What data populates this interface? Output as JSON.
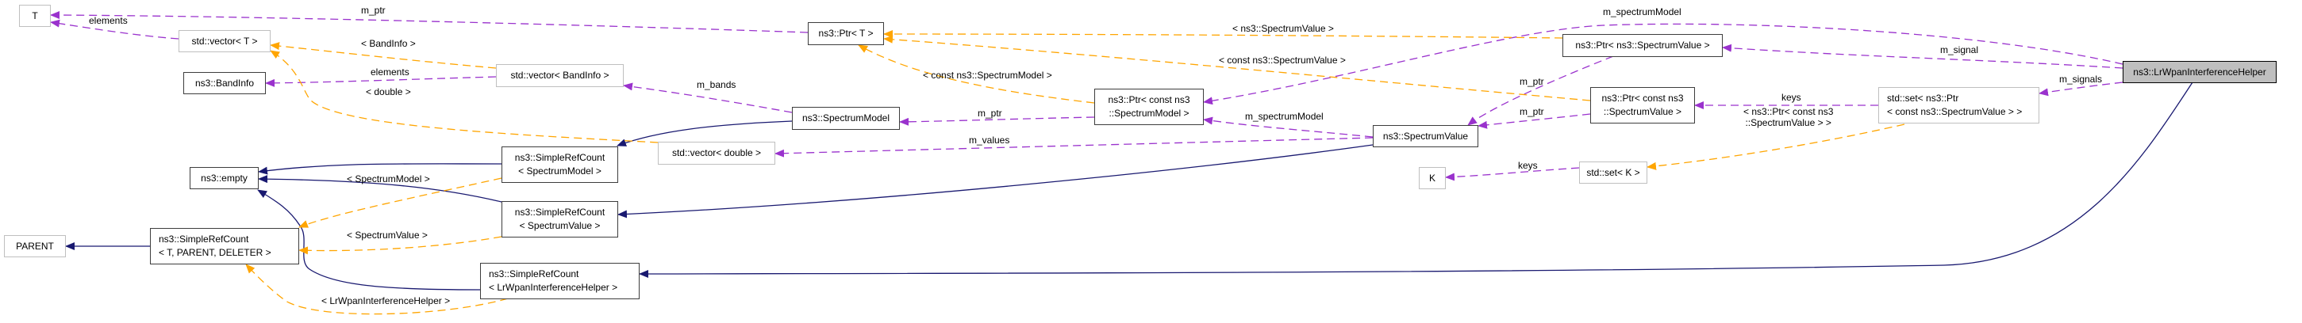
{
  "diagram": {
    "title": "Collaboration diagram for ns3::LrWpanInterferenceHelper",
    "colors": {
      "inheritance": "#191970",
      "usage": "#9a32cd",
      "template": "#ffa500",
      "focus_fill": "#bfbfbf"
    },
    "nodes": {
      "T": {
        "label": [
          "T"
        ]
      },
      "vector_T": {
        "label": [
          "std::vector< T >"
        ]
      },
      "bandinfo": {
        "label": [
          "ns3::BandInfo"
        ]
      },
      "empty": {
        "label": [
          "ns3::empty"
        ]
      },
      "parent": {
        "label": [
          "PARENT"
        ]
      },
      "simplerefcount_tpd": {
        "label": [
          "ns3::SimpleRefCount",
          "< T, PARENT, DELETER >"
        ]
      },
      "vector_bandinfo": {
        "label": [
          "std::vector< BandInfo >"
        ]
      },
      "src_spectrummodel": {
        "label": [
          "ns3::SimpleRefCount",
          "< SpectrumModel >"
        ]
      },
      "src_spectrumvalue": {
        "label": [
          "ns3::SimpleRefCount",
          "< SpectrumValue >"
        ]
      },
      "src_lrwpan": {
        "label": [
          "ns3::SimpleRefCount",
          "< LrWpanInterferenceHelper >"
        ]
      },
      "vector_double": {
        "label": [
          "std::vector< double >"
        ]
      },
      "ptr_T": {
        "label": [
          "ns3::Ptr< T >"
        ]
      },
      "spectrummodel": {
        "label": [
          "ns3::SpectrumModel"
        ]
      },
      "ptr_const_spectrummodel": {
        "label": [
          "ns3::Ptr< const ns3",
          "::SpectrumModel >"
        ]
      },
      "spectrumvalue": {
        "label": [
          "ns3::SpectrumValue"
        ]
      },
      "ptr_spectrumvalue": {
        "label": [
          "ns3::Ptr< ns3::SpectrumValue >"
        ]
      },
      "ptr_const_spectrumvalue": {
        "label": [
          "ns3::Ptr< const ns3",
          "::SpectrumValue >"
        ]
      },
      "set_ptr_const_spectrumvalue": {
        "label": [
          "std::set< ns3::Ptr",
          "< const ns3::SpectrumValue > >"
        ]
      },
      "K": {
        "label": [
          "K"
        ]
      },
      "set_K": {
        "label": [
          "std::set< K >"
        ]
      },
      "lrwpan_helper": {
        "label": [
          "ns3::LrWpanInterferenceHelper"
        ]
      }
    },
    "edge_labels": {
      "m_ptr_T": "m_ptr",
      "elements_T": "elements",
      "bandinfo_tpl": "< BandInfo >",
      "elements_bandinfo": "elements",
      "double_tpl": "< double >",
      "m_bands": "m_bands",
      "spectrummodel_tpl": "< SpectrumModel >",
      "spectrumvalue_tpl": "< SpectrumValue >",
      "lrwpan_tpl": "< LrWpanInterferenceHelper >",
      "const_spectrummodel_tpl": "< const ns3::SpectrumModel >",
      "m_ptr_spectrummodel": "m_ptr",
      "m_values": "m_values",
      "spectrumvalue_tpl2": "< ns3::SpectrumValue >",
      "const_spectrumvalue_tpl": "< const ns3::SpectrumValue >",
      "m_spectrumModel_1": "m_spectrumModel",
      "m_spectrumModel_2": "m_spectrumModel",
      "m_ptr_sv1": "m_ptr",
      "m_ptr_sv2": "m_ptr",
      "keys_1": "keys",
      "set_tpl_1": "< ns3::Ptr< const ns3",
      "set_tpl_2": "::SpectrumValue > >",
      "keys_K": "keys",
      "m_signal": "m_signal",
      "m_signals": "m_signals"
    }
  }
}
